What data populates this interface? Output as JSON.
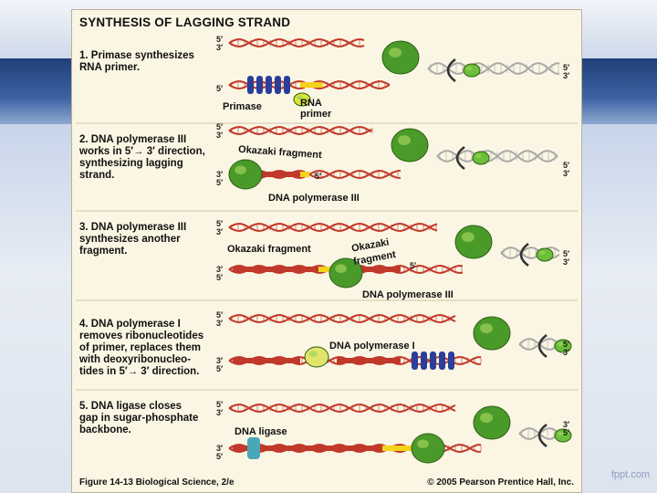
{
  "title": "SYNTHESIS OF LAGGING STRAND",
  "steps": [
    {
      "number": "1.",
      "lines": [
        "Primase synthesizes",
        "RNA primer."
      ]
    },
    {
      "number": "2.",
      "lines": [
        "DNA polymerase III",
        "works in 5′→ 3′ direction,",
        "synthesizing lagging",
        "strand."
      ]
    },
    {
      "number": "3.",
      "lines": [
        "DNA polymerase III",
        "synthesizes another",
        "fragment."
      ]
    },
    {
      "number": "4.",
      "lines": [
        "DNA polymerase I",
        "removes ribonucleotides",
        "of primer, replaces them",
        "with deoxyribonucleo-",
        "tides in 5′→ 3′ direction."
      ]
    },
    {
      "number": "5.",
      "lines": [
        "DNA ligase closes",
        "gap in sugar-phosphate",
        "backbone."
      ]
    }
  ],
  "labels": {
    "primase": "Primase",
    "rna_primer_1": "RNA",
    "rna_primer_2": "primer",
    "okazaki_fragment": "Okazaki fragment",
    "okazaki_fragment_b1": "Okazaki",
    "okazaki_fragment_b2": "fragment",
    "dna_pol_iii": "DNA polymerase III",
    "dna_pol_i": "DNA polymerase I",
    "dna_ligase": "DNA ligase",
    "five_prime": "5′",
    "three_prime": "3′"
  },
  "caption": {
    "left": "Figure 14-13   Biological Science, 2/e",
    "right": "© 2005 Pearson Prentice Hall, Inc."
  },
  "watermark": "fppt.com",
  "colors": {
    "panel": "#fbf6e3",
    "helix_red": "#c0392b",
    "helix_gray": "#a9a9a9",
    "primer_yellow": "#f4d31a",
    "protein_green": "#4a9a2a",
    "new_strand_blue": "#2a3f9a",
    "ligase_teal": "#4aa7b8"
  }
}
